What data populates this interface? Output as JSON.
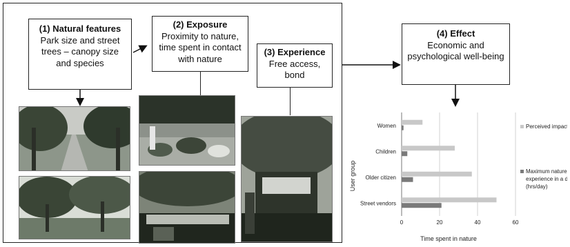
{
  "boxes": {
    "natural": {
      "title": "(1) Natural features",
      "body": "Park size and street trees – canopy size and species"
    },
    "exposure": {
      "title": "(2) Exposure",
      "body": "Proximity to nature, time spent in contact with nature"
    },
    "experience": {
      "title": "(3) Experience",
      "body": "Free access, bond"
    },
    "effect": {
      "title": "(4) Effect",
      "body": "Economic and psychological well-being"
    }
  },
  "photos": [
    {
      "name": "tree-lined-path-photo",
      "colors": [
        "#5c6b58",
        "#2f3a2d",
        "#c9cbc6"
      ]
    },
    {
      "name": "park-lawn-trees-photo",
      "colors": [
        "#6d7a69",
        "#3a4536",
        "#d9ddd6"
      ]
    },
    {
      "name": "people-sitting-in-park-photo",
      "colors": [
        "#4f5a4c",
        "#8c918a",
        "#2b3329"
      ]
    },
    {
      "name": "street-market-under-trees-photo",
      "colors": [
        "#3c4538",
        "#7d8478",
        "#20261e"
      ]
    },
    {
      "name": "street-vendor-stall-photo",
      "colors": [
        "#454c42",
        "#9ea39a",
        "#1f251d"
      ]
    }
  ],
  "chart_data": {
    "type": "bar",
    "orientation": "horizontal",
    "categories": [
      "Women",
      "Children",
      "Older citizen",
      "Street vendors"
    ],
    "series": [
      {
        "name": "Perceived impact",
        "color": "#c8c8c8",
        "values": [
          11,
          28,
          37,
          50
        ]
      },
      {
        "name": "Maximum nature experience in a day (hrs/day)",
        "color": "#7a7a7a",
        "values": [
          1,
          3,
          6,
          21
        ]
      }
    ],
    "xlabel": "Time spent in nature",
    "ylabel": "User group",
    "xlim": [
      0,
      60
    ],
    "xticks": [
      "0",
      "20",
      "40",
      "60"
    ],
    "grid": true,
    "legend_position": "right"
  }
}
